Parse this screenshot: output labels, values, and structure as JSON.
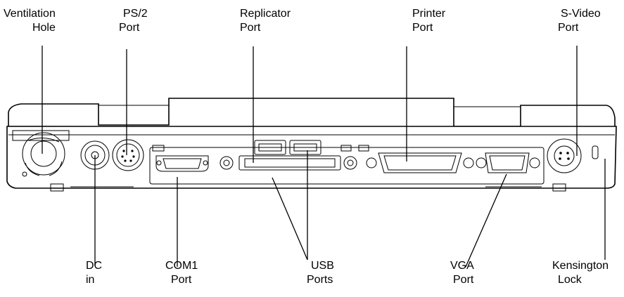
{
  "labels": {
    "ventilation": [
      "Ventilation",
      "Hole"
    ],
    "ps2": [
      "PS/2",
      "Port"
    ],
    "replicator": [
      "Replicator",
      "Port"
    ],
    "printer": [
      "Printer",
      "Port"
    ],
    "svideo": [
      "S-Video",
      "Port"
    ],
    "dc": [
      "DC",
      "in"
    ],
    "com1": [
      "COM1",
      "Port"
    ],
    "usb": [
      "USB",
      "Ports"
    ],
    "vga": [
      "VGA",
      "Port"
    ],
    "kensington": [
      "Kensington",
      "Lock"
    ]
  }
}
